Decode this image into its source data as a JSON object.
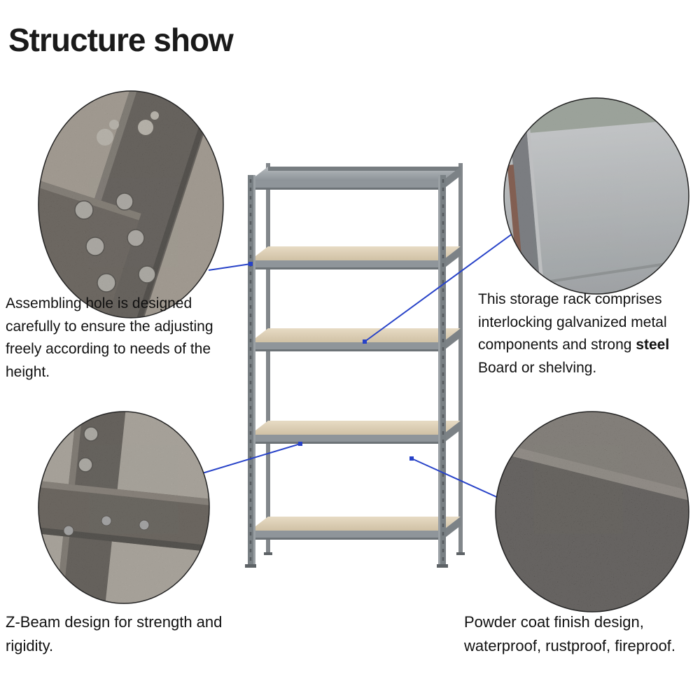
{
  "title": "Structure show",
  "annotations": {
    "assembling_hole": {
      "text": "Assembling hole is designed carefully to ensure the adjusting freely according to needs of the height."
    },
    "galvanized": {
      "text_before": "This storage rack comprises interlocking galvanized metal components and strong ",
      "bold_word": "steel",
      "text_after": " Board or shelving."
    },
    "z_beam": {
      "text": "Z-Beam design for strength and rigidity."
    },
    "powder_coat": {
      "text": "Powder coat finish design, waterproof, rustproof, fireproof."
    }
  },
  "callouts": [
    {
      "name": "assembling-hole-photo",
      "depicts": "close-up of corner post with keyhole and round assembly holes"
    },
    {
      "name": "galvanized-sheet-photo",
      "depicts": "close-up of galvanized metal sheet component"
    },
    {
      "name": "z-beam-photo",
      "depicts": "close-up of Z-beam joint with rivets"
    },
    {
      "name": "powder-coat-photo",
      "depicts": "close-up of powder coat hammered finish"
    }
  ],
  "colors": {
    "background": "#ffffff",
    "title_text": "#1a1a1a",
    "body_text": "#111111",
    "connector_blue": "#2742c8",
    "shelf_board": "#d8cab0",
    "frame_steel": "#81878b",
    "hammered_metal": "#5f584f"
  }
}
